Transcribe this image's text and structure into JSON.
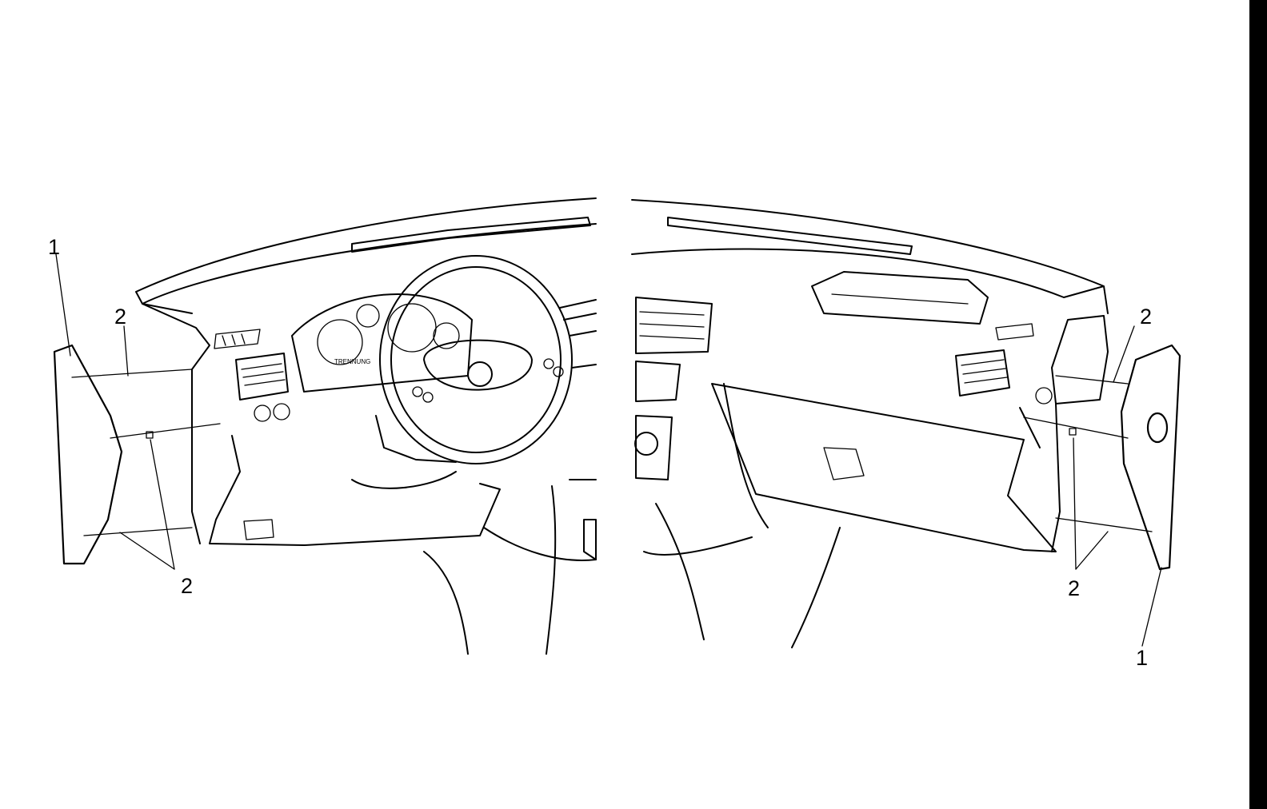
{
  "diagram": {
    "callouts": {
      "left_panel_number": "1",
      "left_fastener_upper": "2",
      "left_fastener_lower": "2",
      "right_panel_number": "1",
      "right_fastener_upper": "2",
      "right_fastener_lower": "2"
    },
    "cluster_text": "TRENNUNG",
    "line_color": "#000000",
    "background_color": "#ffffff"
  }
}
